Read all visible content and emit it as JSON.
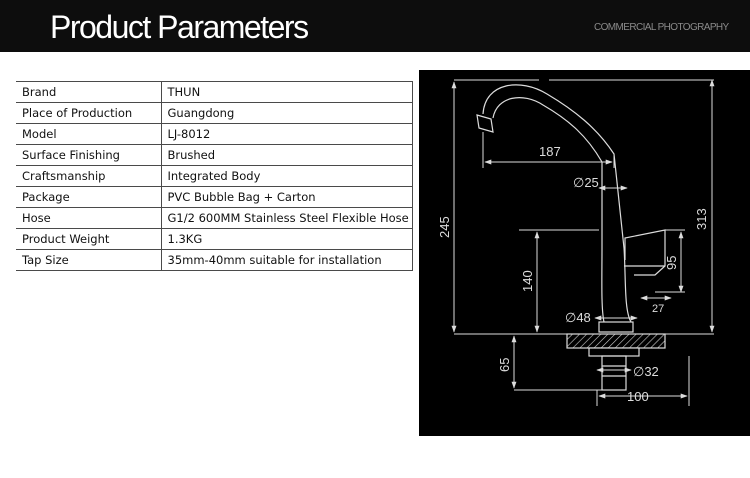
{
  "header": {
    "title": "Product Parameters",
    "subtitle": "COMMERCIAL PHOTOGRAPHY"
  },
  "params": [
    {
      "label": "Brand",
      "value": "THUN"
    },
    {
      "label": "Place of Production",
      "value": "Guangdong"
    },
    {
      "label": "Model",
      "value": "LJ-8012"
    },
    {
      "label": "Surface Finishing",
      "value": "Brushed"
    },
    {
      "label": "Craftsmanship",
      "value": "Integrated Body"
    },
    {
      "label": "Package",
      "value": "PVC Bubble Bag + Carton"
    },
    {
      "label": "Hose",
      "value": "G1/2 600MM Stainless Steel Flexible Hose"
    },
    {
      "label": "Product Weight",
      "value": " 1.3KG"
    },
    {
      "label": "Tap Size",
      "value": "35mm-40mm suitable for installation"
    }
  ],
  "diagram": {
    "dim_reach": "187",
    "dim_pipe_dia": "∅25",
    "dim_total_height": "245",
    "dim_overall_height": "313",
    "dim_base_height": "140",
    "dim_handle_height": "95",
    "dim_handle_width": "27",
    "dim_base_dia": "∅48",
    "dim_shank_length": "65",
    "dim_shank_dia": "∅32",
    "dim_nut_width": "100"
  },
  "colors": {
    "banner_bg": "#0d0d0d",
    "diagram_bg": "#000000",
    "line_color": "#dcdcdc"
  }
}
